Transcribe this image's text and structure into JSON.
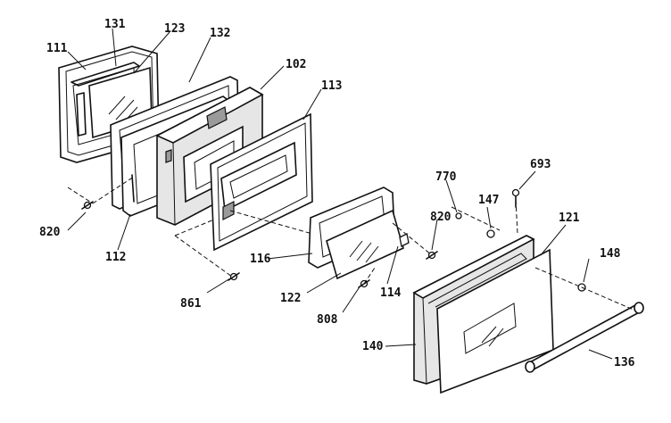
{
  "parts": {
    "p111": "111",
    "p131": "131",
    "p123": "123",
    "p132": "132",
    "p102": "102",
    "p113": "113",
    "p820a": "820",
    "p112": "112",
    "p116": "116",
    "p861": "861",
    "p122": "122",
    "p114": "114",
    "p808": "808",
    "p820b": "820",
    "p770": "770",
    "p147": "147",
    "p693": "693",
    "p121": "121",
    "p148": "148",
    "p140": "140",
    "p136": "136"
  }
}
